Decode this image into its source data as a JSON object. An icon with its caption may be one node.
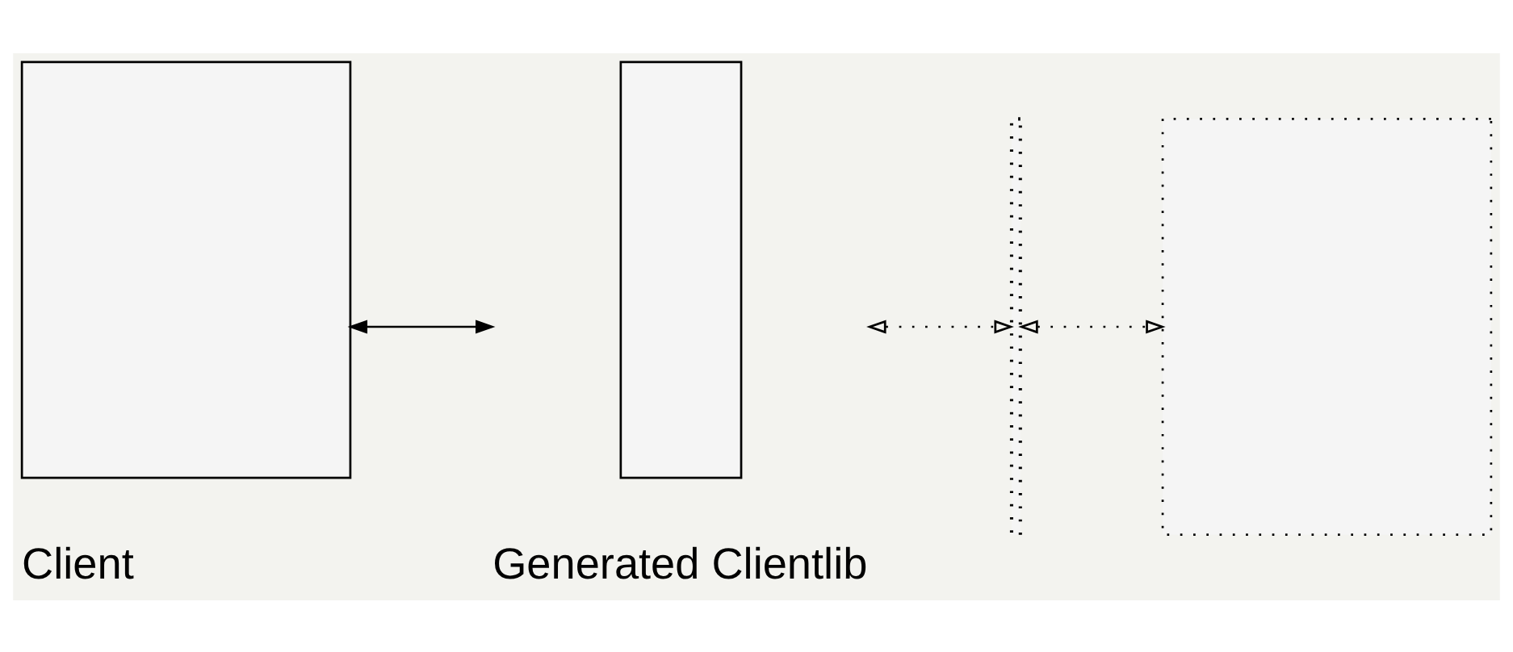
{
  "diagram": {
    "nodes": [
      {
        "text": [
          "Client"
        ]
      },
      {
        "text": [
          "Generated Clientlib"
        ]
      },
      {
        "text": [],
        "shape": "bar"
      },
      {
        "text": [],
        "shape": "box"
      }
    ],
    "edges": [
      {
        "from": 0,
        "to": 1,
        "arrow": "both"
      },
      {
        "from": 1,
        "to": 2,
        "arrow": "both",
        "style": "dashed"
      },
      {
        "from": 2,
        "to": 3,
        "arrow": "both",
        "style": "dashed"
      }
    ]
  }
}
